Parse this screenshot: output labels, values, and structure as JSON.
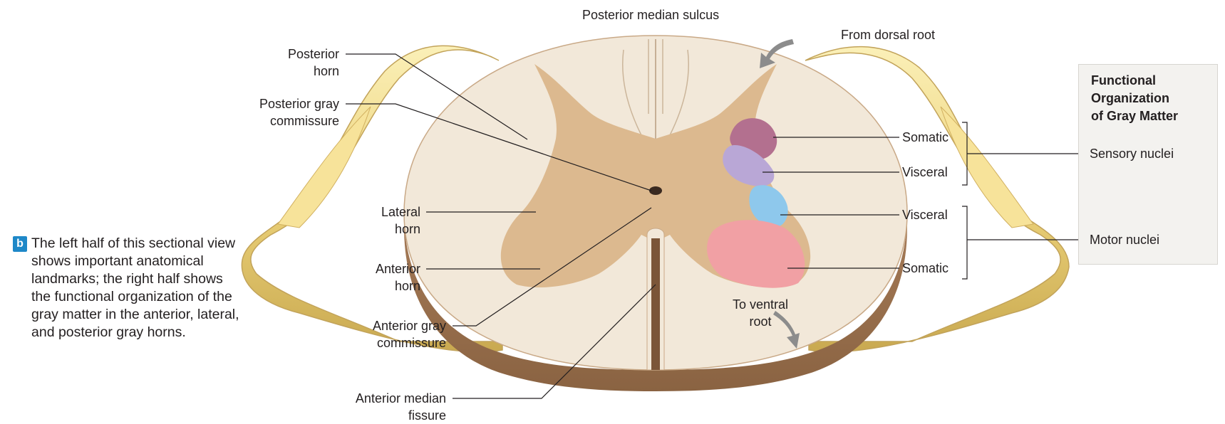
{
  "labels": {
    "posterior_median_sulcus": "Posterior median sulcus",
    "from_dorsal_root": "From dorsal root",
    "posterior_horn": "Posterior\nhorn",
    "posterior_gray_commissure": "Posterior gray\ncommissure",
    "lateral_horn": "Lateral\nhorn",
    "anterior_horn": "Anterior\nhorn",
    "anterior_gray_commissure": "Anterior gray\ncommissure",
    "anterior_median_fissure": "Anterior median\nfissure",
    "to_ventral_root": "To ventral\nroot",
    "somatic_sensory": "Somatic",
    "visceral_sensory": "Visceral",
    "visceral_motor": "Visceral",
    "somatic_motor": "Somatic"
  },
  "panel": {
    "title": "Functional\nOrganization\nof Gray Matter",
    "sensory_nuclei": "Sensory nuclei",
    "motor_nuclei": "Motor nuclei"
  },
  "caption": {
    "badge": "b",
    "text": "The left half of this sectional view shows important anatomical landmarks; the right half shows the functional organization of the gray matter in the anterior, lateral, and posterior gray horns."
  },
  "colors": {
    "white_matter": "#f2e8d9",
    "gray_matter": "#dcb98f",
    "somatic_sensory": "#b3708f",
    "visceral_sensory": "#b9a7d6",
    "visceral_motor": "#8ec8ec",
    "somatic_motor": "#f1a0a4",
    "nerve": "#f2dc86",
    "cord_edge": "#b88a63"
  }
}
